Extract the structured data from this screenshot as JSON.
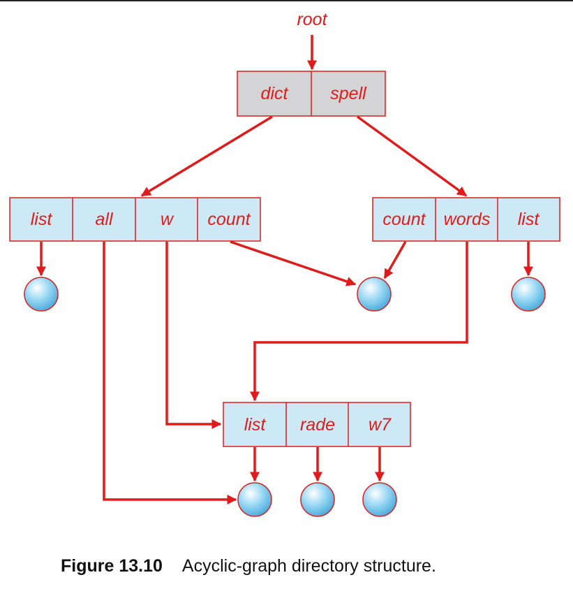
{
  "root_label": "root",
  "root_dir": {
    "entries": [
      "dict",
      "spell"
    ]
  },
  "dict_dir": {
    "entries": [
      "list",
      "all",
      "w",
      "count"
    ]
  },
  "spell_dir": {
    "entries": [
      "count",
      "words",
      "list"
    ]
  },
  "shared_dir": {
    "entries": [
      "list",
      "rade",
      "w7"
    ]
  },
  "caption": {
    "number": "Figure 13.10",
    "text": "Acyclic-graph directory structure."
  },
  "colors": {
    "arrow": "#e01b1b",
    "entry_fill": "#cde9f6",
    "root_fill": "#d4d4d6",
    "box_stroke": "#e01b1b",
    "file_fill": "#7fcdf0"
  }
}
